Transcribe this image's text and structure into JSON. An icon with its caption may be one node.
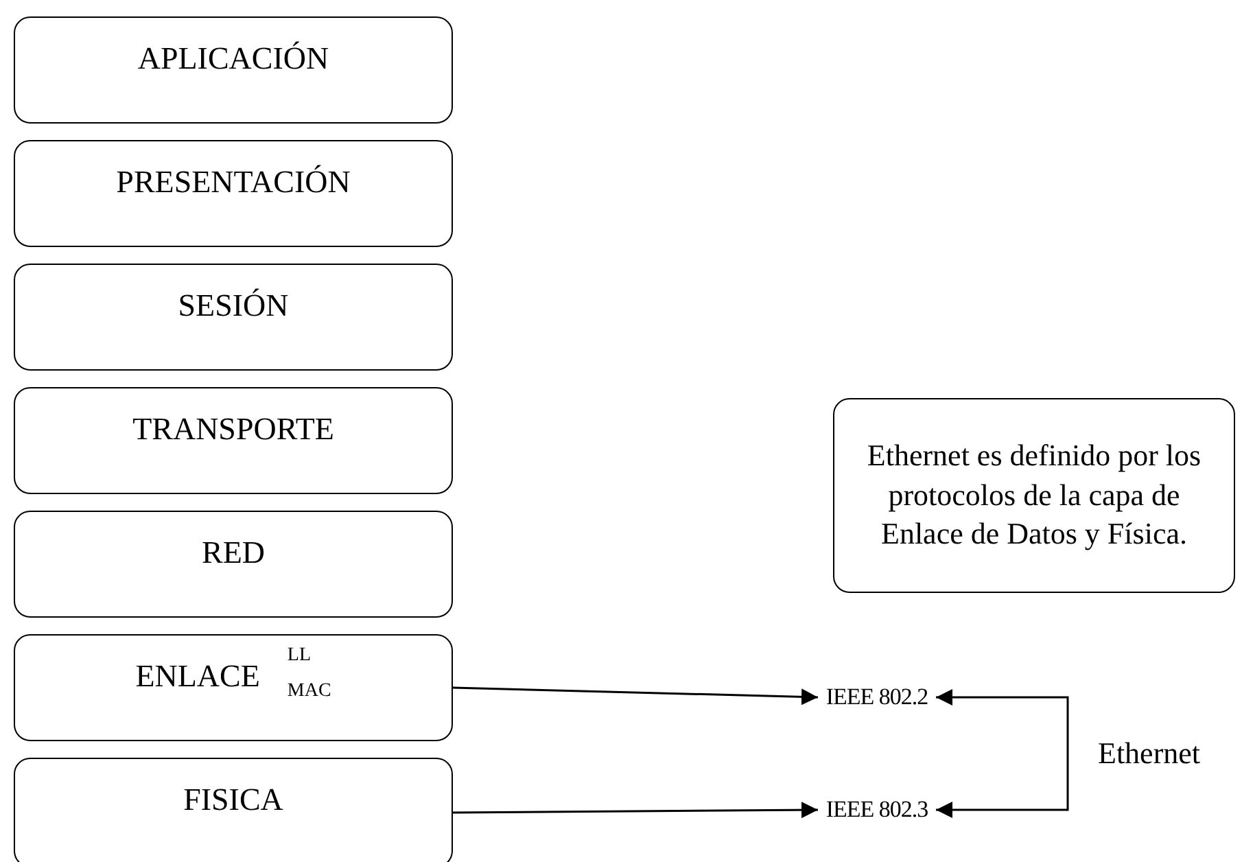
{
  "diagram": {
    "nodes": [
      {
        "text": [
          "APLICACIÓN"
        ]
      },
      {
        "text": [
          "PRESENTACIÓN"
        ]
      },
      {
        "text": [
          "SESIÓN"
        ]
      },
      {
        "text": [
          "TRANSPORTE"
        ]
      },
      {
        "text": [
          "RED"
        ]
      },
      {
        "text": [
          "ENLACE",
          "LL",
          "MAC"
        ]
      },
      {
        "text": [
          "FISICA"
        ]
      },
      {
        "text": [
          "Ethernet es definido por los protocolos de la capa de Enlace de Datos y Física."
        ]
      },
      {
        "text": [
          "IEEE 802.2"
        ]
      },
      {
        "text": [
          "IEEE 802.3"
        ]
      }
    ],
    "edges": [
      {
        "from": 5,
        "to": 8,
        "arrow": "to"
      },
      {
        "from": 6,
        "to": 9,
        "arrow": "to"
      },
      {
        "from": 8,
        "to": 9,
        "arrow": "both",
        "label": "Ethernet"
      }
    ]
  }
}
